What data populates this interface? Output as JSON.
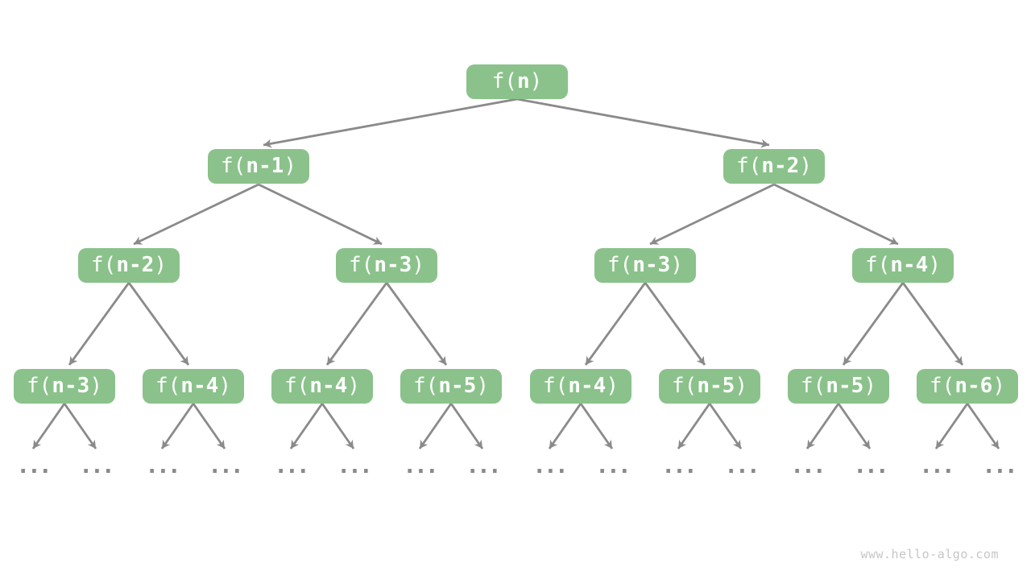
{
  "colors": {
    "background": "#ffffff",
    "node_fill": "#8bc28b",
    "node_text": "#ffffff",
    "edge": "#8a8a8a",
    "ellipsis": "#8a8a8a",
    "watermark_text": "#c6c6c6"
  },
  "node_text": {
    "prefix": "f(",
    "suffix": ")"
  },
  "nodes": [
    {
      "label": "f(n)",
      "var": "n"
    },
    {
      "label": "f(n-1)",
      "var": "n-1"
    },
    {
      "label": "f(n-2)",
      "var": "n-2"
    },
    {
      "label": "f(n-2)",
      "var": "n-2"
    },
    {
      "label": "f(n-3)",
      "var": "n-3"
    },
    {
      "label": "f(n-3)",
      "var": "n-3"
    },
    {
      "label": "f(n-4)",
      "var": "n-4"
    },
    {
      "label": "f(n-3)",
      "var": "n-3"
    },
    {
      "label": "f(n-4)",
      "var": "n-4"
    },
    {
      "label": "f(n-4)",
      "var": "n-4"
    },
    {
      "label": "f(n-5)",
      "var": "n-5"
    },
    {
      "label": "f(n-4)",
      "var": "n-4"
    },
    {
      "label": "f(n-5)",
      "var": "n-5"
    },
    {
      "label": "f(n-5)",
      "var": "n-5"
    },
    {
      "label": "f(n-6)",
      "var": "n-6"
    }
  ],
  "ellipsis": "...",
  "watermark": "www.hello-algo.com"
}
